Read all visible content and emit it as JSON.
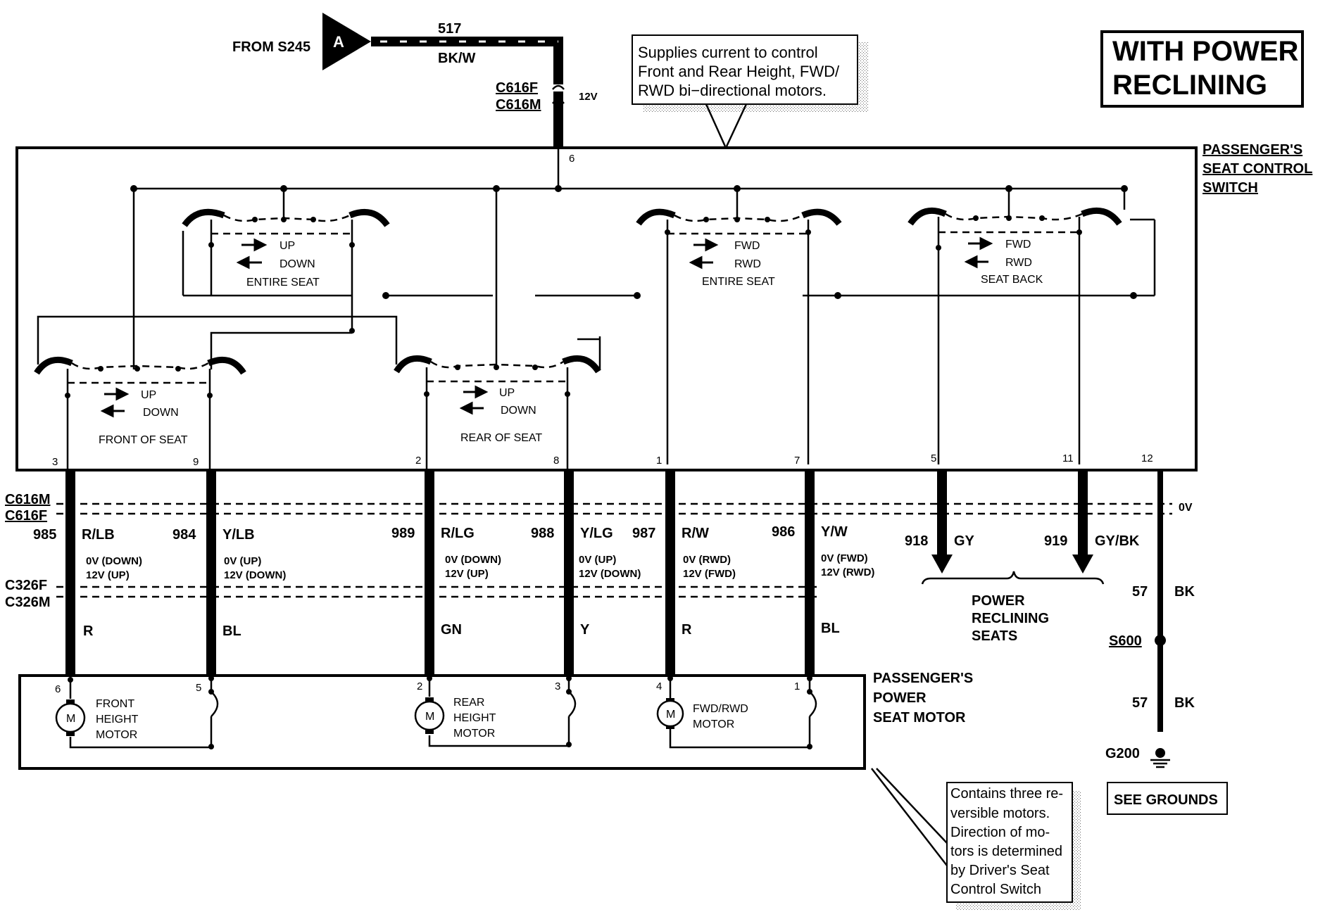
{
  "title": [
    "WITH POWER",
    "RECLINING"
  ],
  "source": {
    "label": "FROM S245",
    "badge": "A",
    "wire": "517",
    "color": "BK/W"
  },
  "top_connector": {
    "female": "C616F",
    "male": "C616M",
    "voltage": "12V",
    "pin": "6"
  },
  "note_top": [
    "Supplies current to control",
    "Front and Rear Height, FWD/",
    "RWD bi−directional motors."
  ],
  "switch_label": [
    "PASSENGER'S",
    "SEAT CONTROL",
    "SWITCH"
  ],
  "switch_sections": {
    "entire_seat_ud": {
      "up": "UP",
      "down": "DOWN",
      "name": "ENTIRE SEAT"
    },
    "entire_seat_fr": {
      "up": "FWD",
      "down": "RWD",
      "name": "ENTIRE SEAT"
    },
    "seat_back": {
      "up": "FWD",
      "down": "RWD",
      "name": "SEAT BACK"
    },
    "front_of_seat": {
      "up": "UP",
      "down": "DOWN",
      "name": "FRONT OF SEAT"
    },
    "rear_of_seat": {
      "up": "UP",
      "down": "DOWN",
      "name": "REAR OF SEAT"
    }
  },
  "pins": [
    "3",
    "9",
    "2",
    "8",
    "1",
    "7",
    "5",
    "11",
    "12"
  ],
  "connectors": {
    "c616m": "C616M",
    "c616f": "C616F",
    "c326f": "C326F",
    "c326m": "C326M"
  },
  "circuits": [
    {
      "num": "985",
      "color": "R/LB",
      "v1": "0V (DOWN)",
      "v2": "12V (UP)",
      "lower": "R"
    },
    {
      "num": "984",
      "color": "Y/LB",
      "v1": "0V (UP)",
      "v2": "12V (DOWN)",
      "lower": "BL"
    },
    {
      "num": "989",
      "color": "R/LG",
      "v1": "0V (DOWN)",
      "v2": "12V (UP)",
      "lower": "GN"
    },
    {
      "num": "988",
      "color": "Y/LG",
      "v1": "0V (UP)",
      "v2": "12V (DOWN)",
      "lower": "Y"
    },
    {
      "num": "987",
      "color": "R/W",
      "v1": "0V (RWD)",
      "v2": "12V (FWD)",
      "lower": "R"
    },
    {
      "num": "986",
      "color": "Y/W",
      "v1": "0V (FWD)",
      "v2": "12V (RWD)",
      "lower": "BL"
    }
  ],
  "recline": {
    "c1num": "918",
    "c1color": "GY",
    "c2num": "919",
    "c2color": "GY/BK",
    "label": [
      "POWER",
      "RECLINING",
      "SEATS"
    ]
  },
  "ground": {
    "ov": "0V",
    "num1": "57",
    "color1": "BK",
    "splice": "S600",
    "num2": "57",
    "color2": "BK",
    "ground": "G200",
    "button": "SEE GROUNDS"
  },
  "motor_pins": [
    "6",
    "5",
    "2",
    "3",
    "4",
    "1"
  ],
  "motors": [
    {
      "m": "M",
      "lines": [
        "FRONT",
        "HEIGHT",
        "MOTOR"
      ]
    },
    {
      "m": "M",
      "lines": [
        "REAR",
        "HEIGHT",
        "MOTOR"
      ]
    },
    {
      "m": "M",
      "lines": [
        "FWD/RWD",
        "MOTOR"
      ]
    }
  ],
  "motor_label": [
    "PASSENGER'S",
    "POWER",
    "SEAT MOTOR"
  ],
  "note_bottom": [
    "Contains three re-",
    "versible    motors.",
    "Direction   of   mo-",
    "tors is determined",
    "by  Driver's  Seat",
    "Control Switch"
  ]
}
